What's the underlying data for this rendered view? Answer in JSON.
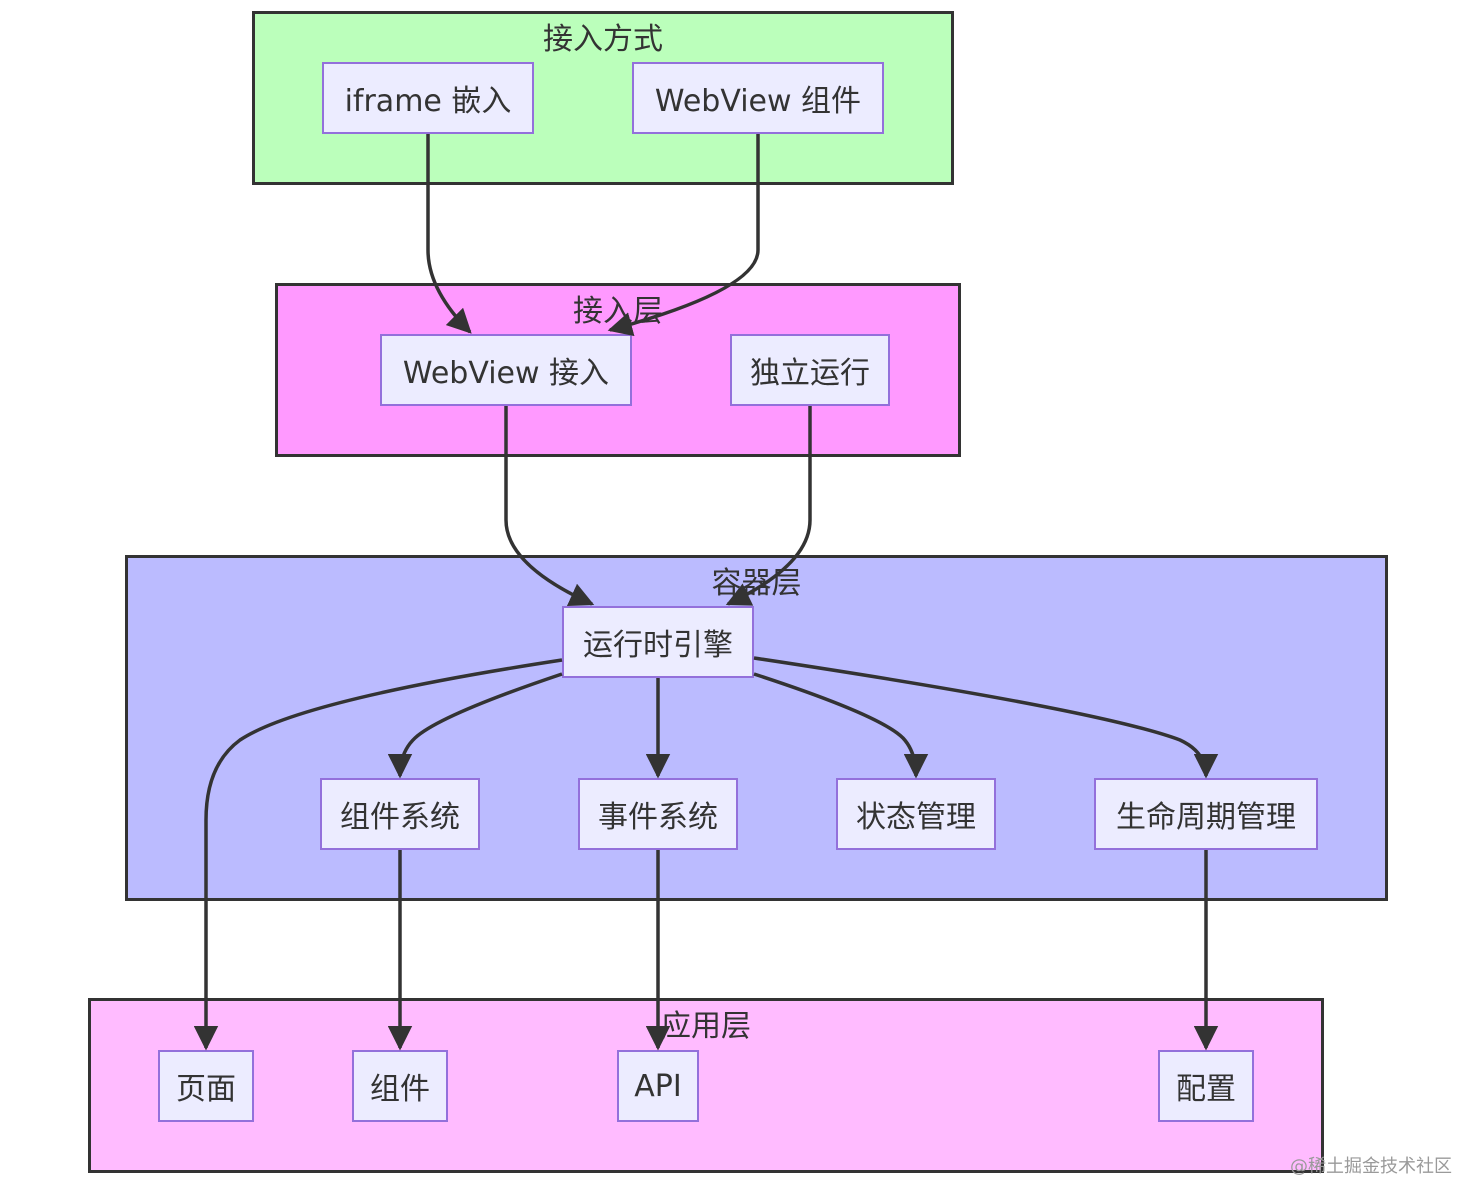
{
  "groups": {
    "access_method": {
      "label": "接入方式",
      "color": "#BBFFBB"
    },
    "access_layer": {
      "label": "接入层",
      "color": "#FF99FF"
    },
    "container_layer": {
      "label": "容器层",
      "color": "#BBBBFF"
    },
    "app_layer": {
      "label": "应用层",
      "color": "#FFBBFF"
    }
  },
  "nodes": {
    "iframe": "iframe 嵌入",
    "webview_component": "WebView 组件",
    "webview_access": "WebView 接入",
    "standalone": "独立运行",
    "runtime": "运行时引擎",
    "component_system": "组件系统",
    "event_system": "事件系统",
    "state_mgmt": "状态管理",
    "lifecycle_mgmt": "生命周期管理",
    "page": "页面",
    "component": "组件",
    "api": "API",
    "config": "配置"
  },
  "edges": [
    {
      "from": "iframe",
      "to": "webview_access"
    },
    {
      "from": "webview_component",
      "to": "webview_access"
    },
    {
      "from": "webview_access",
      "to": "runtime"
    },
    {
      "from": "standalone",
      "to": "runtime"
    },
    {
      "from": "runtime",
      "to": "page"
    },
    {
      "from": "runtime",
      "to": "component_system"
    },
    {
      "from": "runtime",
      "to": "event_system"
    },
    {
      "from": "runtime",
      "to": "state_mgmt"
    },
    {
      "from": "runtime",
      "to": "lifecycle_mgmt"
    },
    {
      "from": "component_system",
      "to": "component"
    },
    {
      "from": "event_system",
      "to": "api"
    },
    {
      "from": "lifecycle_mgmt",
      "to": "config"
    }
  ],
  "watermark": "@稀土掘金技术社区"
}
